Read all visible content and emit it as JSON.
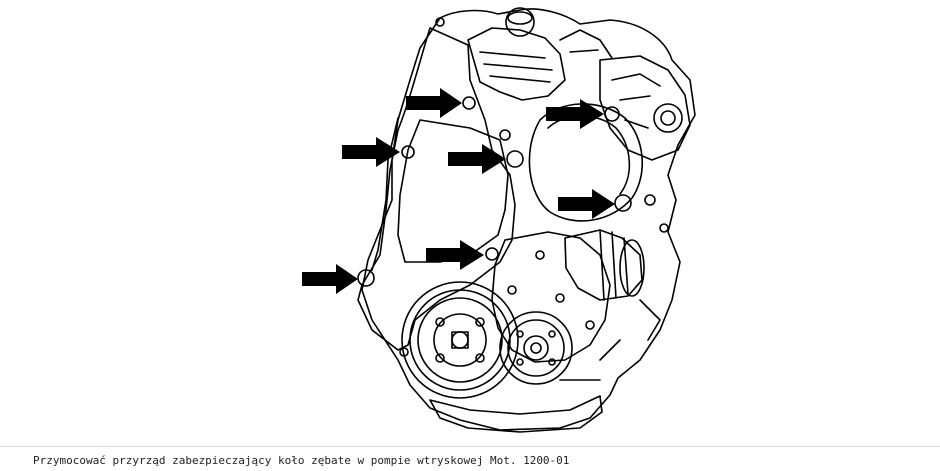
{
  "figure": {
    "caption": "Przymocować przyrząd zabezpieczający koło zębate w pompie wtryskowej Mot. 1200-01",
    "subject_icon": "engine-line-drawing",
    "indicator_icon": "arrow-right-icon",
    "indicator_count": 7,
    "colors": {
      "line": "#000000",
      "background": "#ffffff"
    }
  }
}
